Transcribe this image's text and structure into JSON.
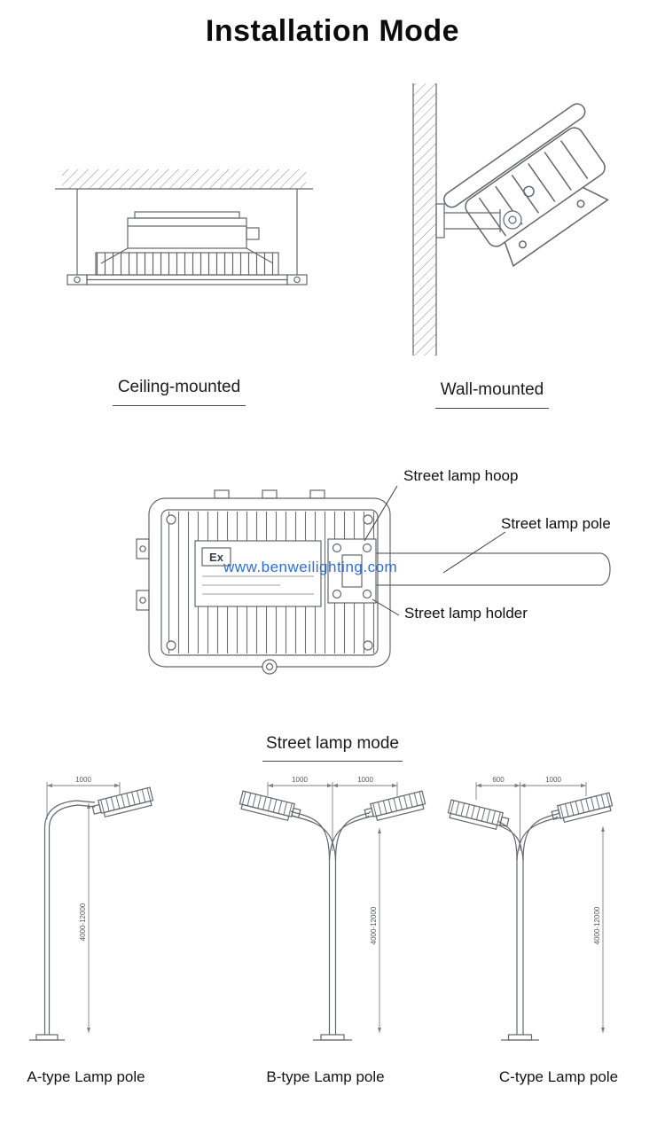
{
  "page": {
    "title": "Installation Mode"
  },
  "mount_modes": {
    "ceiling_label": "Ceiling-mounted",
    "wall_label": "Wall-mounted"
  },
  "street_lamp_assembly": {
    "watermark": "www.benweilighting.com",
    "ex_marking": "Ex",
    "hoop_label": "Street lamp hoop",
    "pole_label": "Street lamp pole",
    "holder_label": "Street lamp holder"
  },
  "street_lamp_mode": {
    "heading": "Street lamp mode",
    "poles": [
      {
        "name": "A-type Lamp pole",
        "arm_dim": "1000",
        "height_dim": "4000-12000"
      },
      {
        "name": "B-type Lamp pole",
        "left_arm_dim": "1000",
        "right_arm_dim": "1000",
        "height_dim": "4000-12000"
      },
      {
        "name": "C-type Lamp pole",
        "left_arm_dim": "600",
        "right_arm_dim": "1000",
        "height_dim": "4000-12000"
      }
    ]
  },
  "colors": {
    "watermark_blue": "#2b6de0",
    "line_gray": "#63676b",
    "text_dark": "#111111"
  }
}
